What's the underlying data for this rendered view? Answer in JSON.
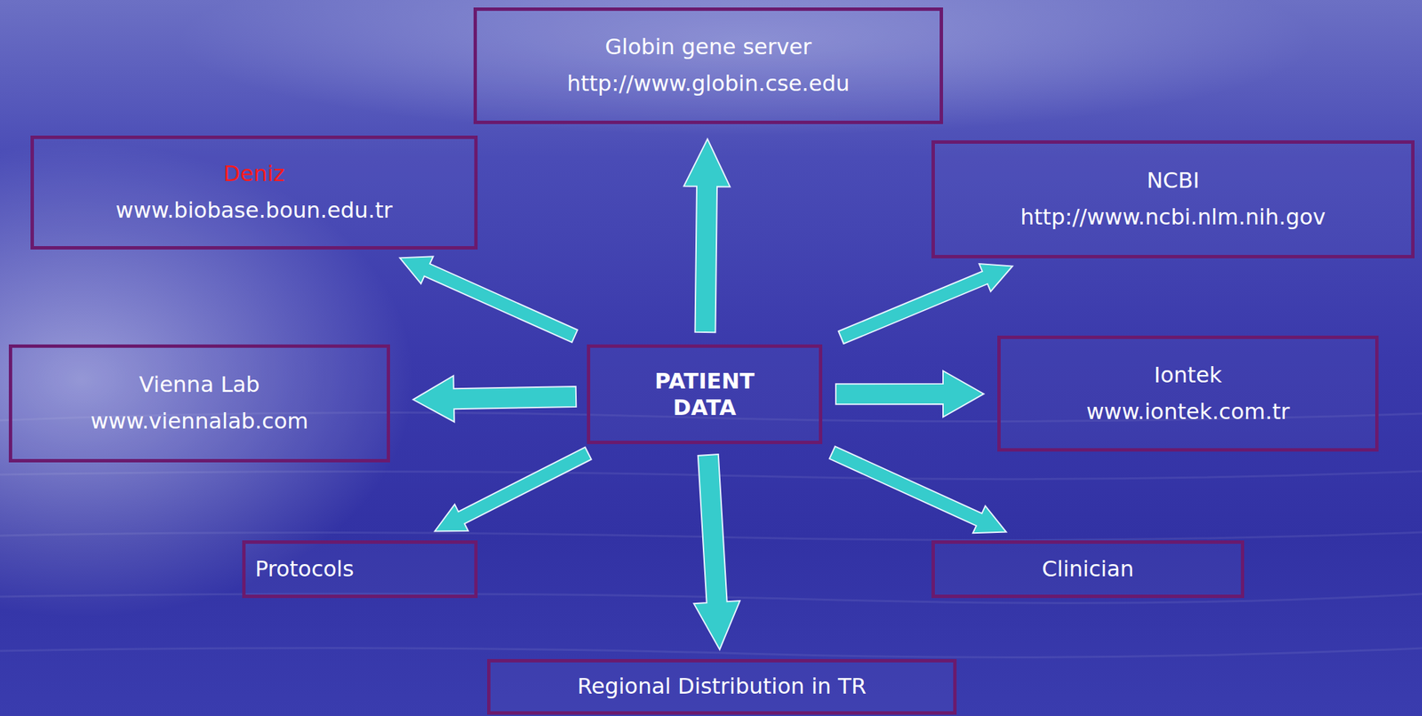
{
  "diagram": {
    "nodes": [
      {
        "text": [
          "Globin gene server",
          "http://www.globin.cse.edu"
        ]
      },
      {
        "text": [
          "Deniz",
          "www.biobase.boun.edu.tr"
        ]
      },
      {
        "text": [
          "NCBI",
          "http://www.ncbi.nlm.nih.gov"
        ]
      },
      {
        "text": [
          "Vienna Lab",
          "www.viennalab.com"
        ]
      },
      {
        "text": [
          "PATIENT DATA"
        ]
      },
      {
        "text": [
          "Iontek",
          "www.iontek.com.tr"
        ]
      },
      {
        "text": [
          "Protocols"
        ]
      },
      {
        "text": [
          "Clinician"
        ]
      },
      {
        "text": [
          "Regional Distribution in TR"
        ]
      }
    ],
    "edges": [
      {
        "from": 4,
        "to": 0,
        "arrow": "to"
      },
      {
        "from": 4,
        "to": 1,
        "arrow": "to"
      },
      {
        "from": 4,
        "to": 2,
        "arrow": "to"
      },
      {
        "from": 4,
        "to": 3,
        "arrow": "to"
      },
      {
        "from": 4,
        "to": 5,
        "arrow": "to"
      },
      {
        "from": 4,
        "to": 6,
        "arrow": "to"
      },
      {
        "from": 4,
        "to": 7,
        "arrow": "to"
      },
      {
        "from": 4,
        "to": 8,
        "arrow": "to"
      }
    ]
  }
}
